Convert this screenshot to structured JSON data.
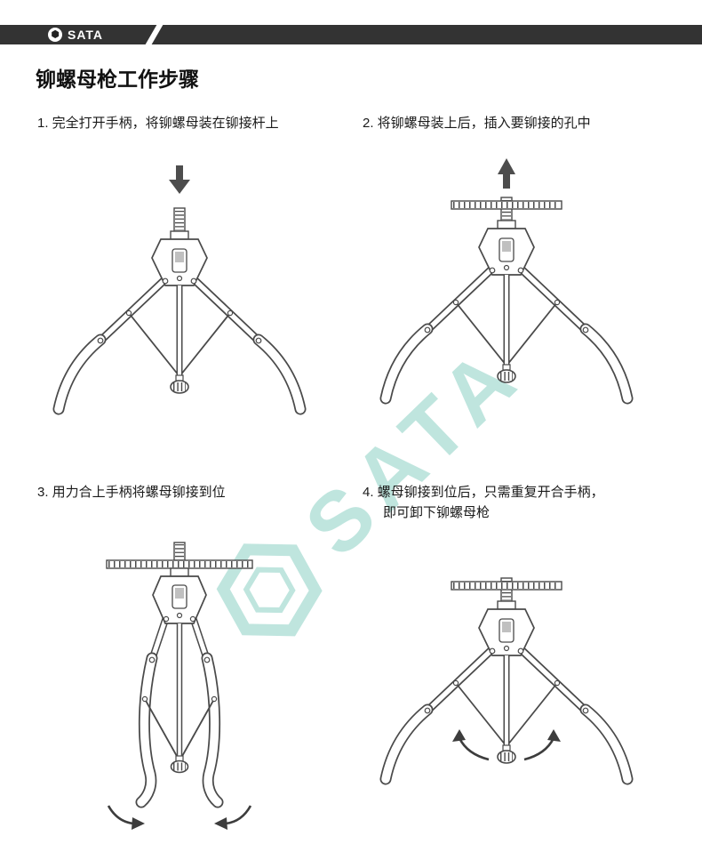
{
  "header": {
    "brand": "SATA",
    "logo_glyph": "⬢"
  },
  "page": {
    "title": "铆螺母枪工作步骤"
  },
  "steps": [
    {
      "label": "1. 完全打开手柄，将铆螺母装在铆接杆上"
    },
    {
      "label": "2. 将铆螺母装上后，插入要铆接的孔中"
    },
    {
      "label": "3. 用力合上手柄将螺母铆接到位"
    },
    {
      "label": "4. 螺母铆接到位后，只需重复开合手柄，\n即可卸下铆螺母枪"
    }
  ],
  "watermark": {
    "text": "SATA"
  },
  "colors": {
    "header_bg": "#333333",
    "line_art": "#4a4a4a",
    "watermark": "#bfe5de",
    "arrow": "#4d4d4d"
  }
}
